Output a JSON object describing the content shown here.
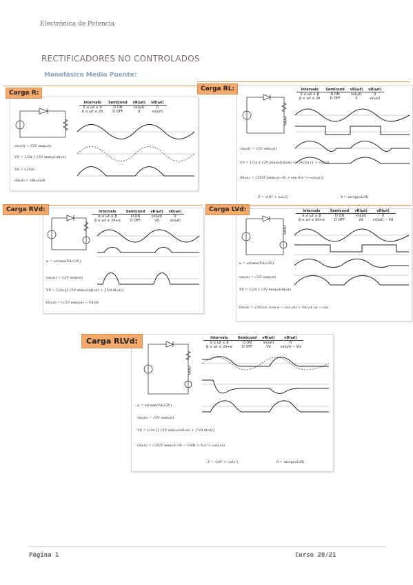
{
  "header": {
    "text": "Electrónica de Potencia"
  },
  "title": "RECTIFICADORES NO CONTROLADOS",
  "subtitle": "Monofásico Medio Puente:",
  "footer": {
    "page": "Página 1",
    "course": "Curso 20/21"
  },
  "panels": {
    "r": {
      "label": "Carga R:",
      "table": {
        "headers": [
          "Intervalo",
          "Semicond",
          "vR(ωt)",
          "vD(ωt)"
        ],
        "rows": [
          [
            "0 ≤ ωt ≤ π",
            "D ON",
            "vs(ωt)",
            "0"
          ],
          [
            "π ≤ ωt ≤ 2π",
            "D OFF",
            "0",
            "vs(ωt)"
          ]
        ]
      },
      "eqs": [
        "vs(ωt) = √2V sen(ωt)",
        "V0 = 1/2π ∫ √2V sen(ωt)d(ωt)",
        "V0 = √2V/π",
        "i0(ωt) = vR(ωt)/R"
      ]
    },
    "rl": {
      "label": "Carga RL:",
      "table": {
        "headers": [
          "Intervalo",
          "Semicond",
          "vR(ωt)",
          "vD(ωt)"
        ],
        "rows": [
          [
            "0 ≤ ωt ≤ β",
            "D ON",
            "vs(ωt)",
            "0"
          ],
          [
            "β ≤ ωt ≤ 2π",
            "D OFF",
            "0",
            "vs(ωt)"
          ]
        ]
      },
      "eqs": [
        "vs(ωt) = √2V sen(ωt)",
        "V0 = 1/2π ∫ √2V sen(ωt)d(ωt) = √2V/2π (1 − cos β)",
        "i0(ωt) = √2V/Z [sen(ωt−θ) + sen θ e^(−ωt/ωτ)]",
        "Z = √(R² + (ωL)²)",
        "θ = arctg(ωL/R)"
      ]
    },
    "rv": {
      "label": "Carga RVd:",
      "table": {
        "headers": [
          "Intervalo",
          "Semicond",
          "vR(ωt)",
          "vD(ωt)"
        ],
        "rows": [
          [
            "α ≤ ωt ≤ β",
            "D ON",
            "vs(ωt)",
            "0"
          ],
          [
            "β ≤ ωt ≤ 2π+α",
            "D OFF",
            "Vd",
            "vs(ωt)"
          ]
        ]
      },
      "eqs": [
        "α = arcsen(Vd/√2V)",
        "vs(ωt) = √2V sen(ωt)",
        "V0 = 1/2π [∫ √2V sen(ωt)d(ωt) + ∫ Vd d(ωt)]",
        "i0(ωt) = (√2V sen(ωt) − Vd)/R"
      ]
    },
    "lv": {
      "label": "Carga LVd:",
      "table": {
        "headers": [
          "Intervalo",
          "Semicond",
          "vR(ωt)",
          "vD(ωt)"
        ],
        "rows": [
          [
            "α ≤ ωt ≤ β",
            "D ON",
            "vs(ωt)",
            "0"
          ],
          [
            "β ≤ ωt ≤ 2π+α",
            "D OFF",
            "Vd",
            "vs(ωt) − Vd"
          ]
        ]
      },
      "eqs": [
        "α = arcsen(Vd/√2V)",
        "vs(ωt) = √2V sen(ωt)",
        "V0 = 1/2π ∫ √2V sen(ωt)d(ωt)",
        "i0(ωt) = √2V/ωL (cos α − cos ωt) + Vd/ωL (α − ωt)"
      ]
    },
    "rlv": {
      "label": "Carga RLVd:",
      "table": {
        "headers": [
          "Intervalo",
          "Semicond",
          "vR(ωt)",
          "vD(ωt)"
        ],
        "rows": [
          [
            "α ≤ ωt ≤ β",
            "D ON",
            "vs(ωt)",
            "0"
          ],
          [
            "β ≤ ωt ≤ 2π+α",
            "D OFF",
            "Vd",
            "vs(ωt) − Vd"
          ]
        ]
      },
      "eqs": [
        "α = arcsen(Vd/√2V)",
        "vs(ωt) = √2V sen(ωt)",
        "V0 = 1/2π [∫ √2V sen(ωt)d(ωt) + ∫ Vd d(ωt)]",
        "i0(ωt) = √2V/Z sen(ωt−θ) − Vd/R + A e^(−ωt/ωτ)",
        "Z = √(R² + (ωL)²)",
        "θ = arctg(ωL/R)"
      ]
    }
  }
}
